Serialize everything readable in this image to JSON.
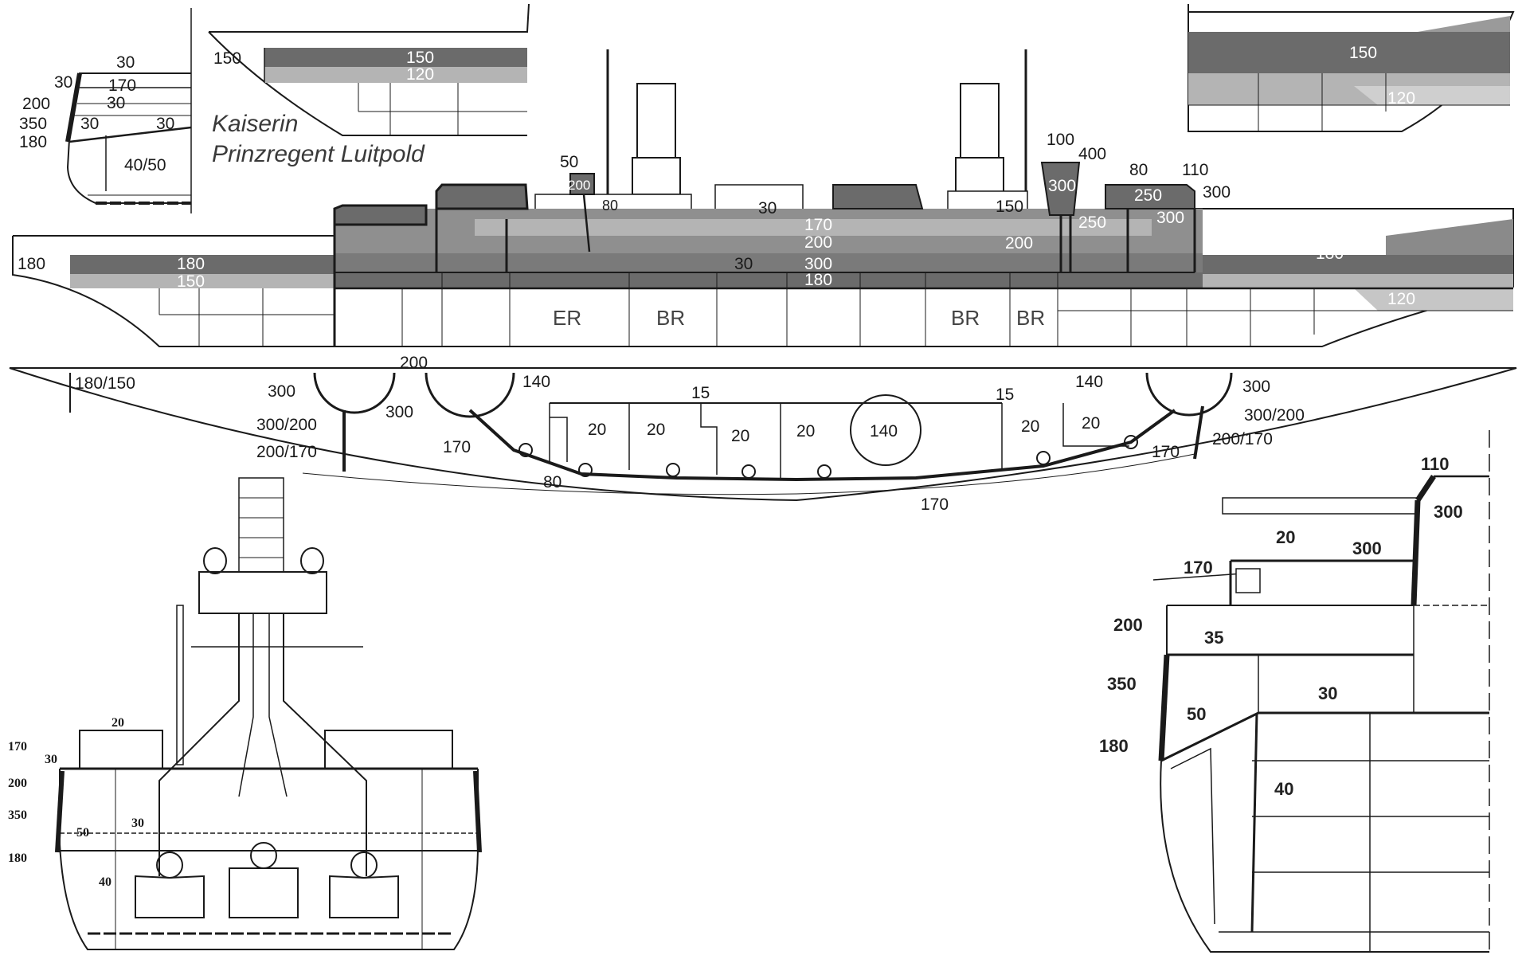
{
  "title": {
    "line1": "Kaiserin",
    "line2": "Prinzregent Luitpold"
  },
  "colors": {
    "armor_dark": "#6b6b6b",
    "armor_mid": "#8f8f8f",
    "armor_light": "#b4b4b4",
    "armor_pale": "#d0d0d0",
    "line": "#1a1a1a",
    "background": "#ffffff"
  },
  "fore_section": {
    "labels": [
      "30",
      "30",
      "170",
      "200",
      "30",
      "350",
      "30",
      "30",
      "180",
      "40/50"
    ]
  },
  "fore_profile": {
    "labels": [
      "150",
      "150",
      "120"
    ]
  },
  "aft_profile": {
    "labels": [
      "150",
      "120"
    ]
  },
  "profile": {
    "labels": [
      "50",
      "200",
      "80",
      "30",
      "100",
      "400",
      "300",
      "80",
      "110",
      "250",
      "300",
      "150",
      "250",
      "300",
      "170",
      "200",
      "200",
      "180",
      "180",
      "30",
      "300",
      "180",
      "150",
      "180",
      "120"
    ],
    "compartments": [
      "ER",
      "BR",
      "BR",
      "BR"
    ]
  },
  "plan": {
    "labels": [
      "180/150",
      "200",
      "300",
      "300",
      "140",
      "15",
      "15",
      "140",
      "300",
      "300/200",
      "300/200",
      "20",
      "20",
      "20",
      "20",
      "140",
      "20",
      "20",
      "200/170",
      "200/170",
      "170",
      "170",
      "80",
      "170"
    ]
  },
  "midship_section": {
    "labels": [
      "20",
      "170",
      "30",
      "200",
      "30",
      "350",
      "50",
      "180",
      "40"
    ]
  },
  "turret_section": {
    "labels": [
      "110",
      "300",
      "20",
      "300",
      "170",
      "200",
      "35",
      "350",
      "30",
      "50",
      "180",
      "40"
    ]
  }
}
